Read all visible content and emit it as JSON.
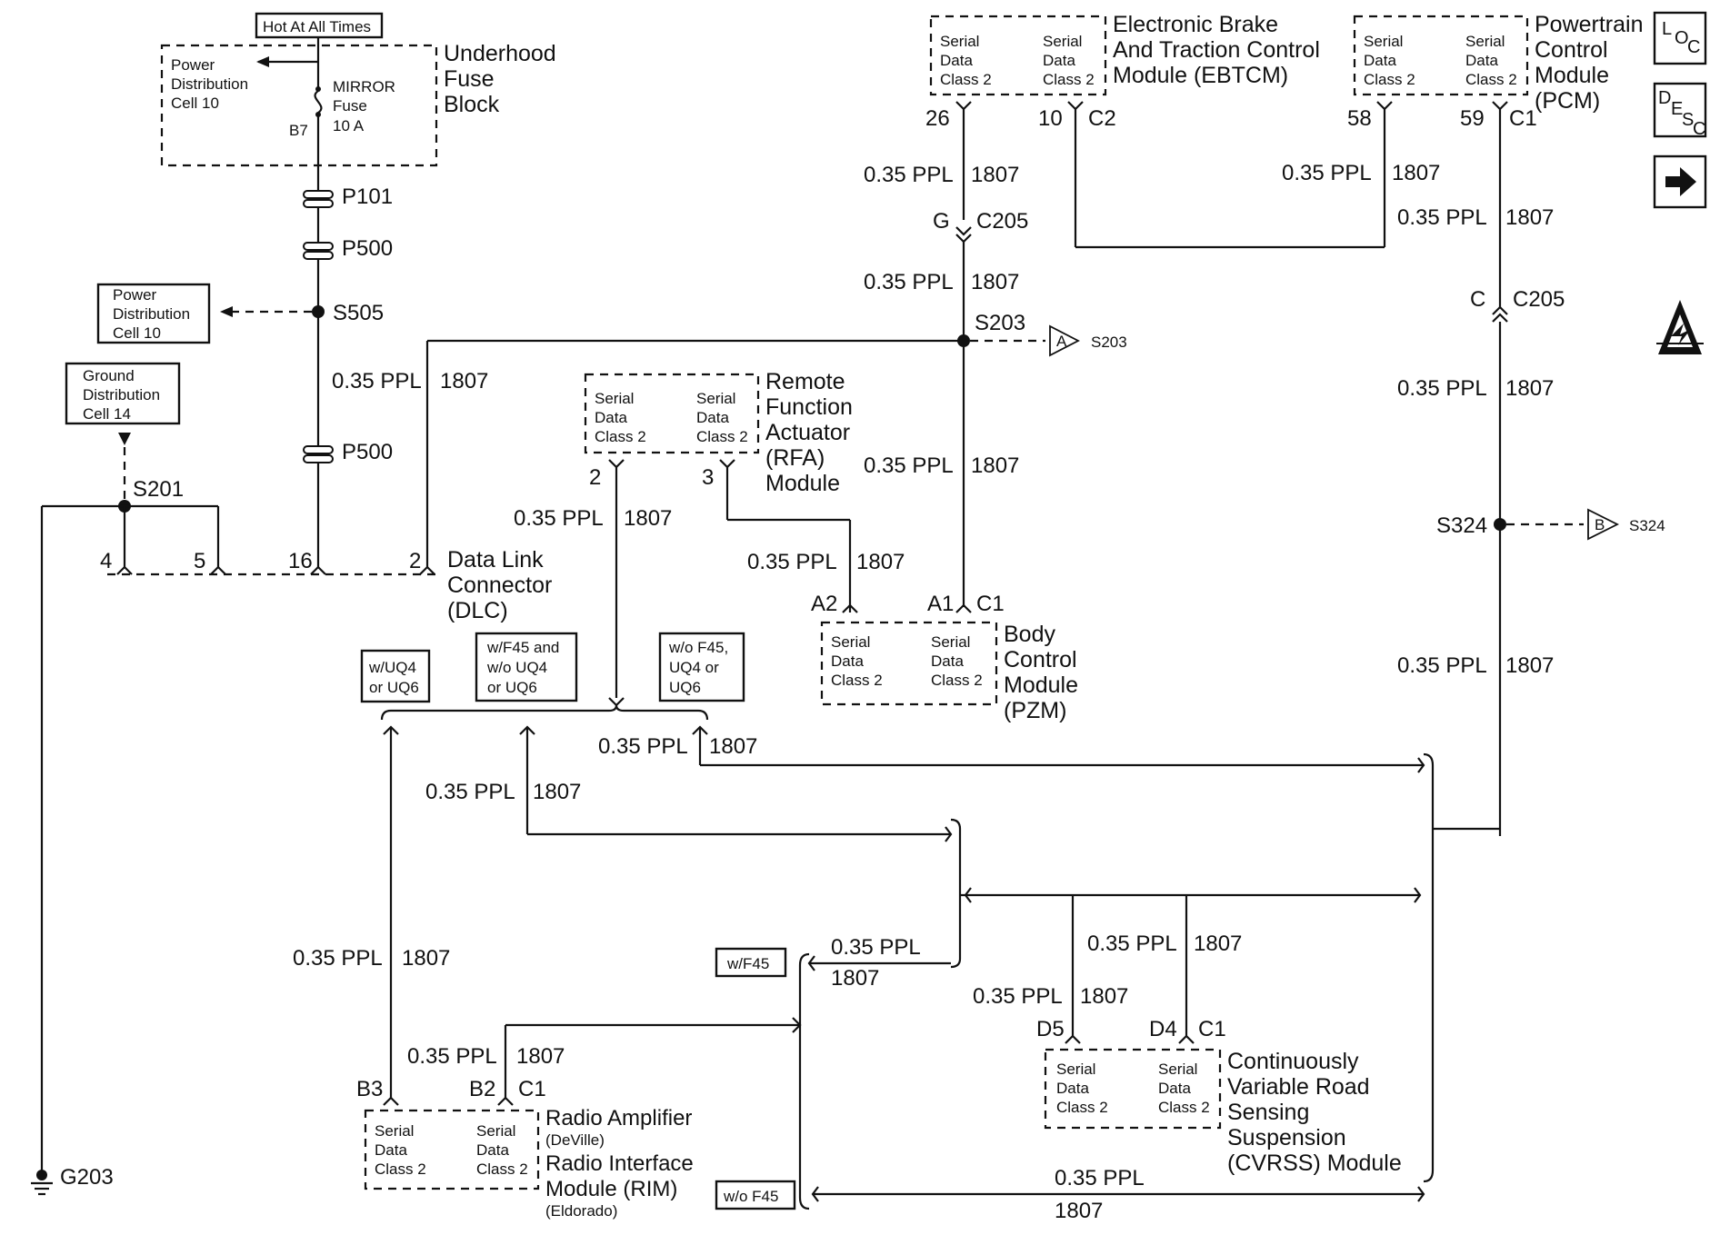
{
  "hot_label": "Hot At All Times",
  "fuse_block": {
    "title": [
      "Underhood",
      "Fuse",
      "Block"
    ],
    "pd_label": [
      "Power",
      "Distribution",
      "Cell 10"
    ],
    "fuse": [
      "MIRROR",
      "Fuse",
      "10 A"
    ],
    "pin": "B7"
  },
  "splices": {
    "p101": "P101",
    "p500_top": "P500",
    "s505": "S505",
    "p500_bottom": "P500",
    "s201": "S201",
    "s203": "S203",
    "s324": "S324",
    "g203": "G203"
  },
  "ref_boxes": {
    "power_dist": [
      "Power",
      "Distribution",
      "Cell 10"
    ],
    "ground_dist": [
      "Ground",
      "Distribution",
      "Cell 14"
    ]
  },
  "offpage": {
    "a_letter": "A",
    "a_ref": "S203",
    "b_letter": "B",
    "b_ref": "S324"
  },
  "wire": {
    "ppl": "0.35 PPL",
    "circuit": "1807"
  },
  "dlc": {
    "title": [
      "Data Link",
      "Connector",
      "(DLC)"
    ],
    "pins": [
      "4",
      "5",
      "16",
      "2"
    ]
  },
  "ebtcm": {
    "title": [
      "Electronic Brake",
      "And Traction Control",
      "Module (EBTCM)"
    ],
    "sd": [
      "Serial",
      "Data",
      "Class 2"
    ],
    "pin_left": "26",
    "pin_right": "10",
    "conn": "C2"
  },
  "pcm": {
    "title": [
      "Powertrain",
      "Control",
      "Module",
      "(PCM)"
    ],
    "sd": [
      "Serial",
      "Data",
      "Class 2"
    ],
    "pin_left": "58",
    "pin_right": "59",
    "conn": "C1"
  },
  "c205_left": {
    "pin": "G",
    "conn": "C205"
  },
  "c205_right": {
    "pin": "C",
    "conn": "C205"
  },
  "rfa": {
    "title": [
      "Remote",
      "Function",
      "Actuator",
      "(RFA)",
      "Module"
    ],
    "sd": [
      "Serial",
      "Data",
      "Class 2"
    ],
    "pin_left": "2",
    "pin_right": "3"
  },
  "bcm": {
    "title": [
      "Body",
      "Control",
      "Module",
      "(PZM)"
    ],
    "sd": [
      "Serial",
      "Data",
      "Class 2"
    ],
    "pin_left": "A2",
    "pin_right": "A1",
    "conn": "C1"
  },
  "options": {
    "uq4": [
      "w/UQ4",
      "or UQ6"
    ],
    "f45_and": [
      "w/F45 and",
      "w/o UQ4",
      "or UQ6"
    ],
    "wo_f45_uq": [
      "w/o F45,",
      "UQ4 or",
      "UQ6"
    ],
    "w_f45": "w/F45",
    "wo_f45": "w/o F45"
  },
  "radio": {
    "title": [
      "Radio Amplifier",
      "(DeVille)",
      "Radio Interface",
      "Module (RIM)",
      "(Eldorado)"
    ],
    "sd": [
      "Serial",
      "Data",
      "Class 2"
    ],
    "pin_left": "B3",
    "pin_right": "B2",
    "conn": "C1"
  },
  "cvrss": {
    "title": [
      "Continuously",
      "Variable Road",
      "Sensing",
      "Suspension",
      "(CVRSS) Module"
    ],
    "sd": [
      "Serial",
      "Data",
      "Class 2"
    ],
    "pin_left": "D5",
    "pin_right": "D4",
    "conn": "C1"
  },
  "icons": {
    "loc": [
      "L",
      "O",
      "C"
    ],
    "desc": [
      "D",
      "E",
      "S",
      "C"
    ],
    "nav": "arrow-right-icon",
    "esd": "esd-warning-icon"
  }
}
